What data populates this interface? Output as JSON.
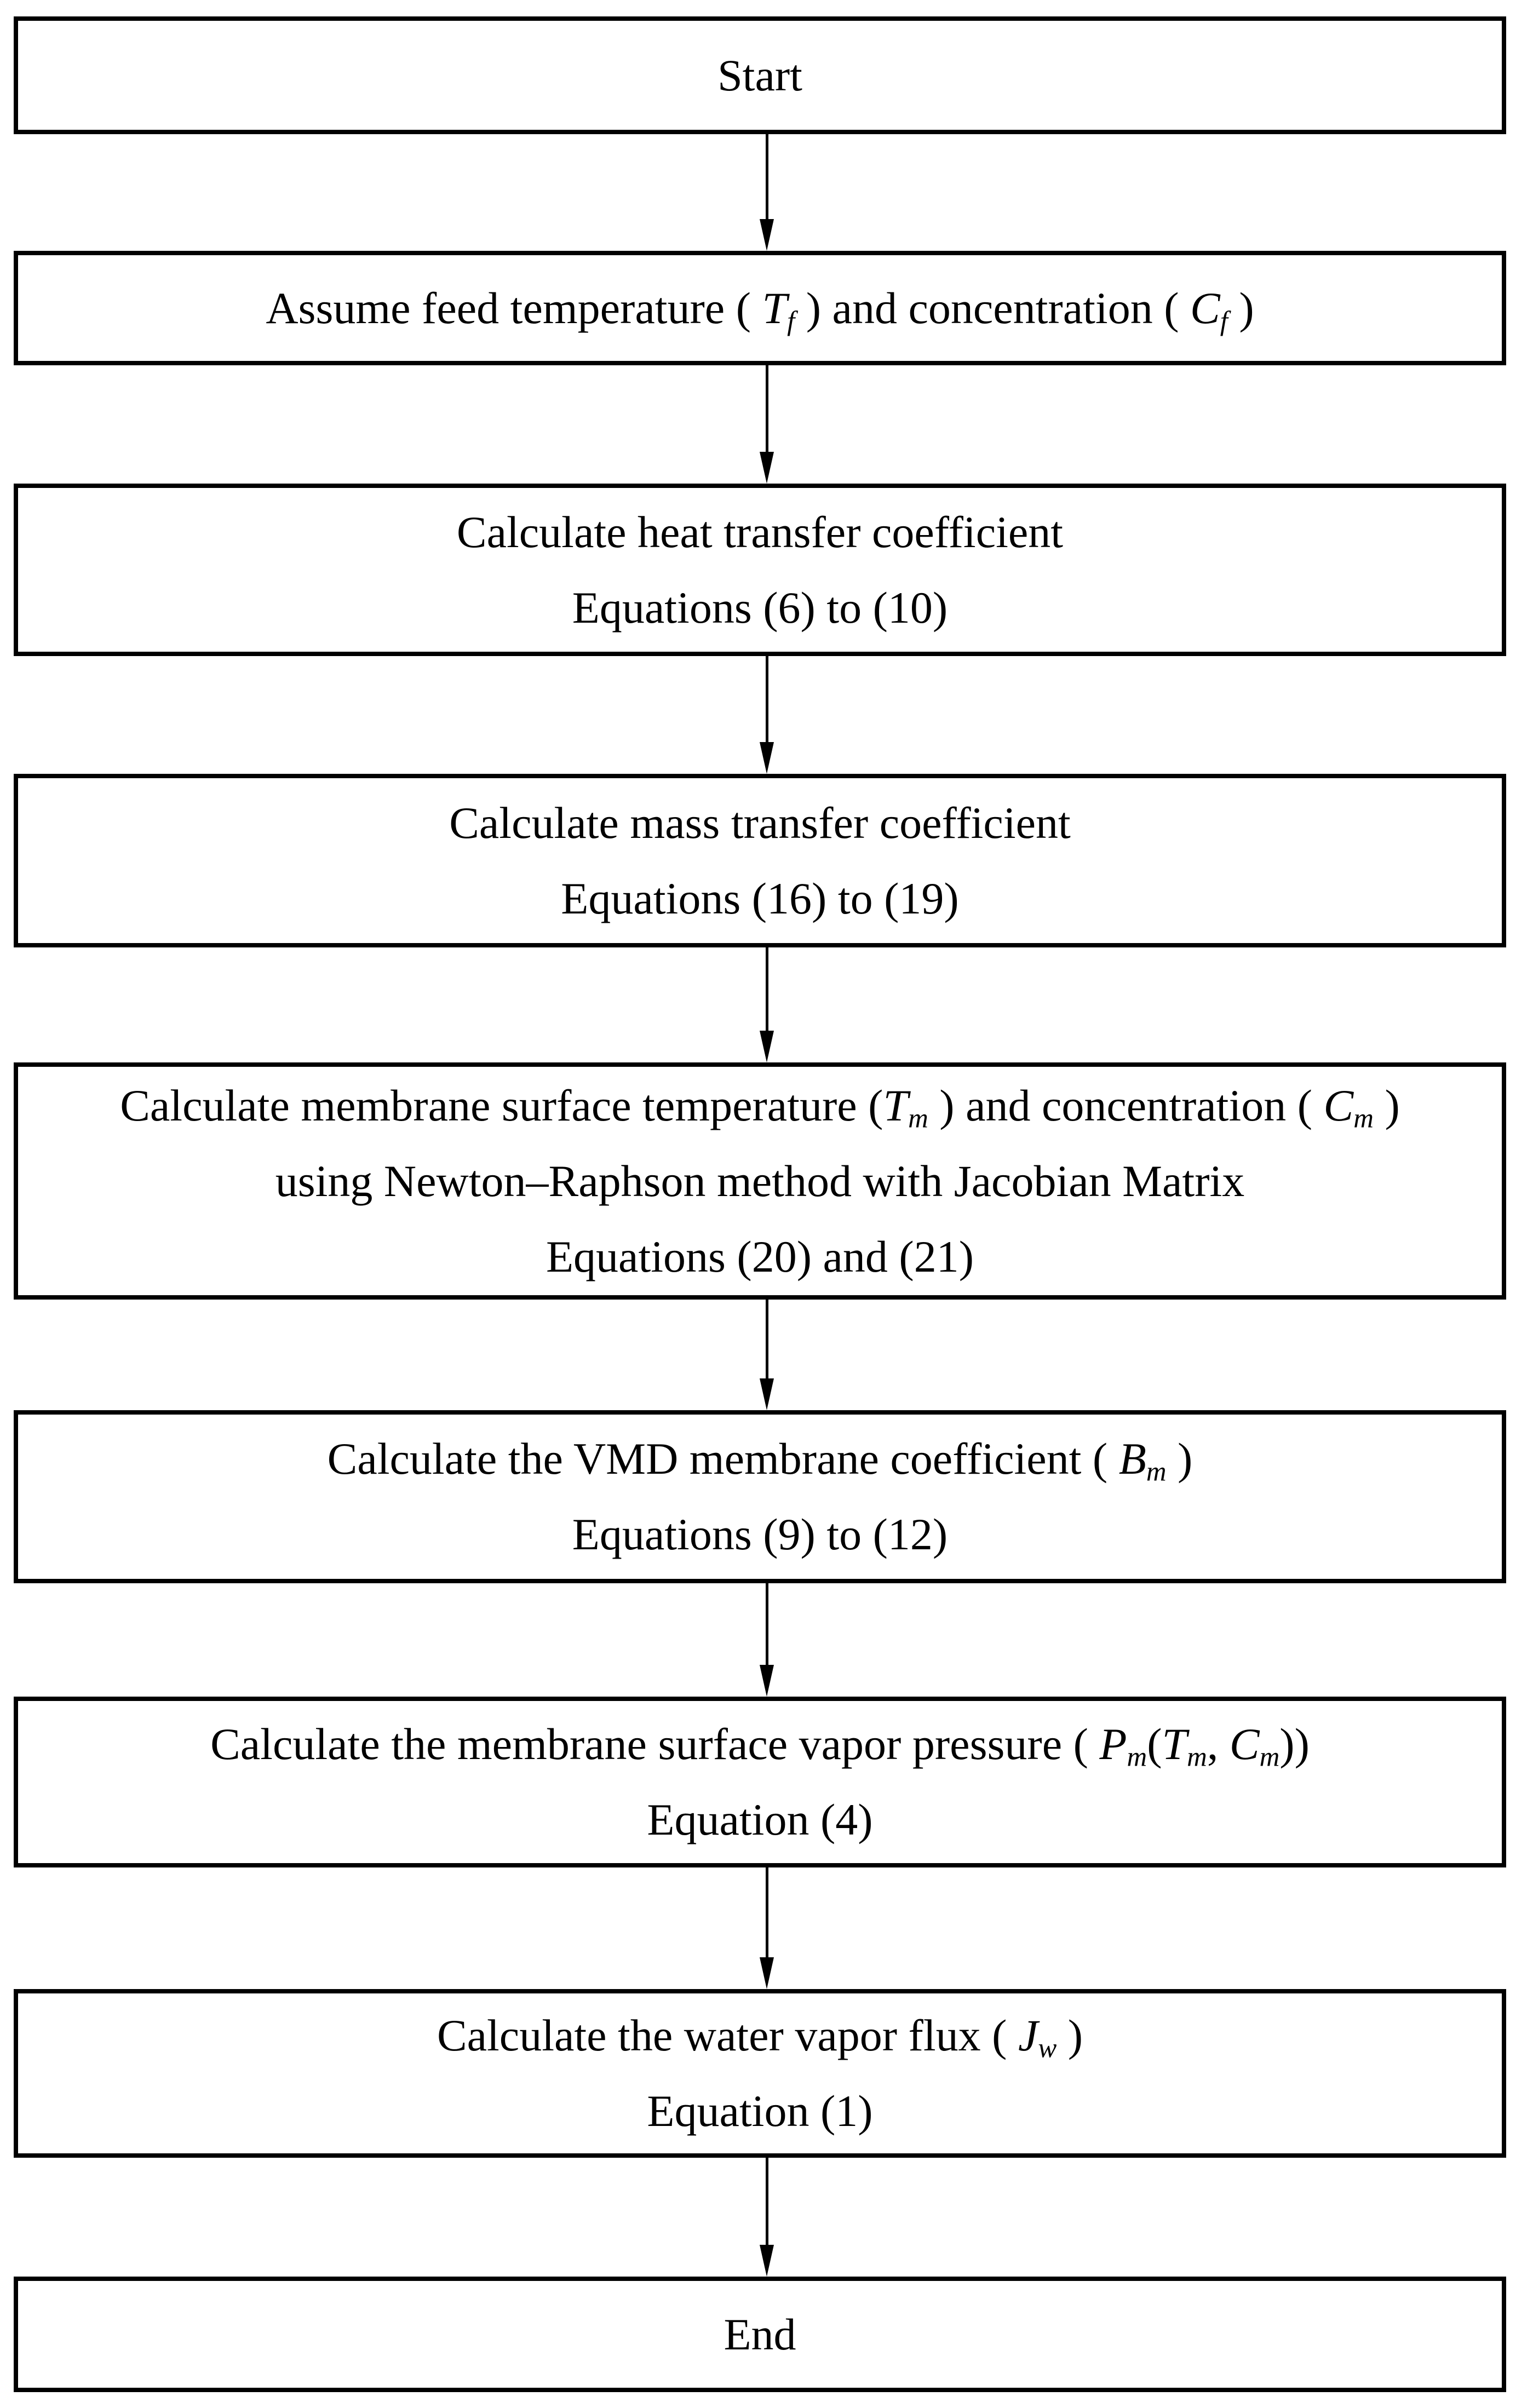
{
  "colors": {
    "background": "#ffffff",
    "border": "#000000",
    "text": "#000000"
  },
  "nodes": {
    "start": {
      "label": "Start"
    },
    "assume": {
      "pre": "Assume feed temperature ( ",
      "var1": "T",
      "sub1": "f",
      "mid": " ) and concentration ( ",
      "var2": "C",
      "sub2": "f",
      "post": " )"
    },
    "heat": {
      "line1": "Calculate heat transfer coefficient",
      "line2": "Equations (6) to (10)"
    },
    "mass": {
      "line1": "Calculate mass transfer coefficient",
      "line2": "Equations (16) to (19)"
    },
    "membrane": {
      "pre": "Calculate membrane surface temperature (",
      "var1": "T",
      "sub1": "m",
      "mid": " ) and concentration ( ",
      "var2": "C",
      "sub2": "m",
      "post": " )",
      "line2": "using Newton–Raphson method with Jacobian Matrix",
      "line3": "Equations (20) and (21)"
    },
    "vmd": {
      "pre": "Calculate the VMD membrane coefficient ( ",
      "var1": "B",
      "sub1": "m",
      "post": " )",
      "line2": "Equations (9) to (12)"
    },
    "pressure": {
      "pre": "Calculate the membrane surface vapor pressure ( ",
      "var1": "P",
      "sub1": "m",
      "t1": "(",
      "var2": "T",
      "sub2": "m",
      "t2": ", ",
      "var3": "C",
      "sub3": "m",
      "post": "))",
      "line2": "Equation (4)"
    },
    "flux": {
      "pre": "Calculate the water vapor flux ( ",
      "var1": "J",
      "sub1": "w",
      "post": " )",
      "line2": "Equation (1)"
    },
    "end": {
      "label": "End"
    }
  }
}
